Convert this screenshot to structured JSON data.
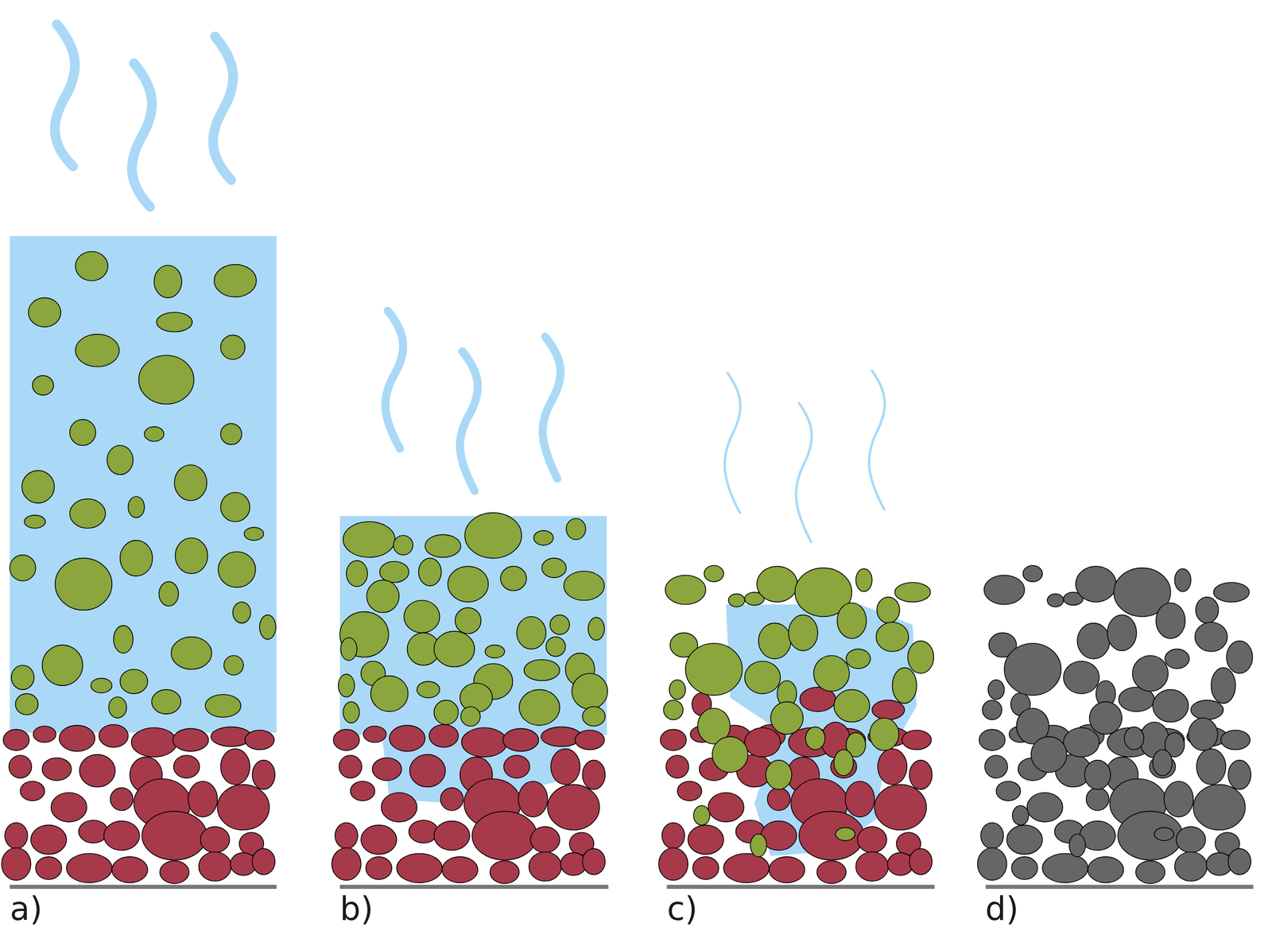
{
  "diagram": {
    "labels": [
      "a)",
      "b)",
      "c)",
      "d)"
    ]
  }
}
